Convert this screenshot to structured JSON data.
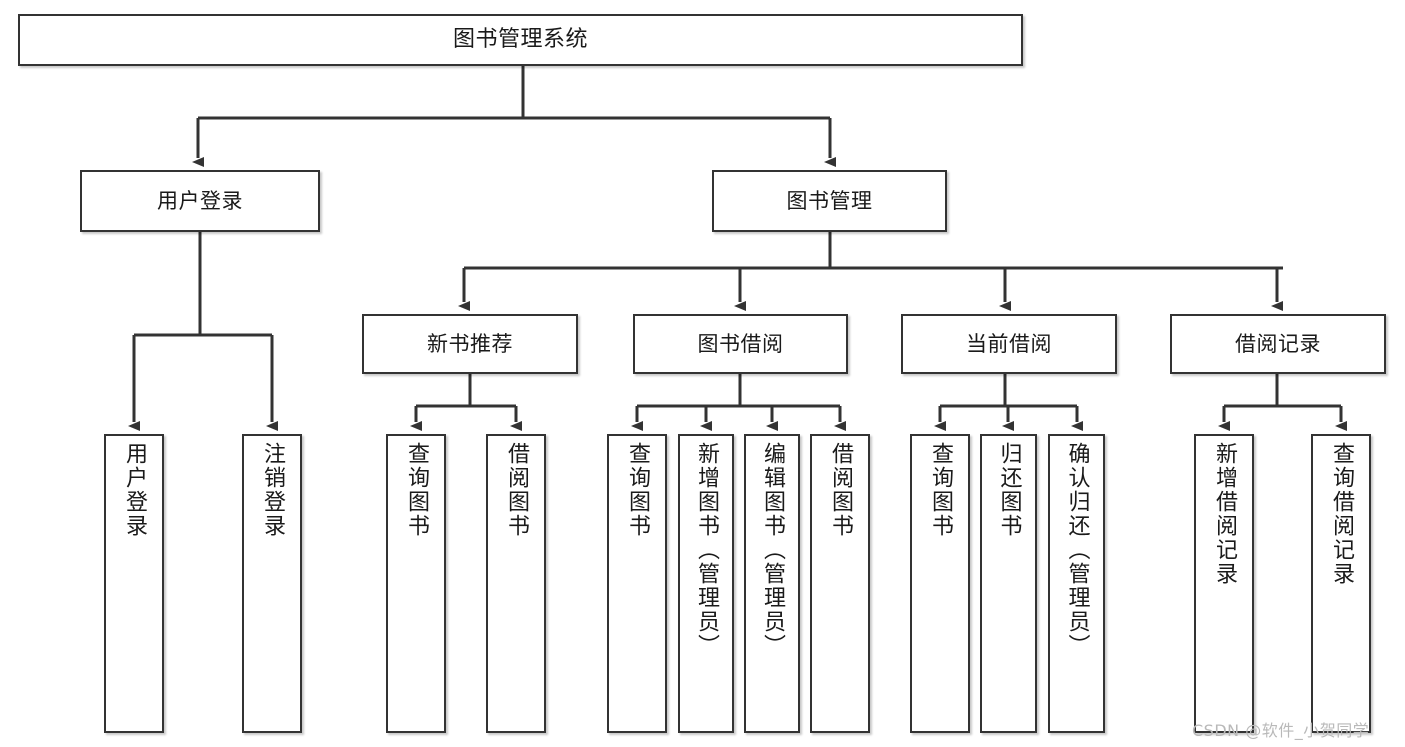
{
  "diagram": {
    "title": "图书管理系统",
    "type": "tree-hierarchy-chart",
    "watermark": "CSDN @软件_小贺同学",
    "colors": {
      "box_border": "#333333",
      "box_fill": "#ffffff",
      "connector": "#333333",
      "text": "#1a1a1a",
      "watermark": "#b9b9b9",
      "background": "#ffffff"
    },
    "nodes": {
      "root": {
        "label": "图书管理系统"
      },
      "level2": [
        {
          "label": "用户登录"
        },
        {
          "label": "图书管理"
        }
      ],
      "level3": [
        {
          "label": "新书推荐"
        },
        {
          "label": "图书借阅"
        },
        {
          "label": "当前借阅"
        },
        {
          "label": "借阅记录"
        }
      ],
      "leaves": {
        "user_login": [
          {
            "label": "用户登录"
          },
          {
            "label": "注销登录"
          }
        ],
        "new_book_recommend": [
          {
            "label": "查询图书"
          },
          {
            "label": "借阅图书"
          }
        ],
        "book_borrow": [
          {
            "label": "查询图书"
          },
          {
            "label": "新增图书（管理员）"
          },
          {
            "label": "编辑图书（管理员）"
          },
          {
            "label": "借阅图书"
          }
        ],
        "current_borrow": [
          {
            "label": "查询图书"
          },
          {
            "label": "归还图书"
          },
          {
            "label": "确认归还（管理员）"
          }
        ],
        "borrow_records": [
          {
            "label": "新增借阅记录"
          },
          {
            "label": "查询借阅记录"
          }
        ]
      }
    }
  }
}
